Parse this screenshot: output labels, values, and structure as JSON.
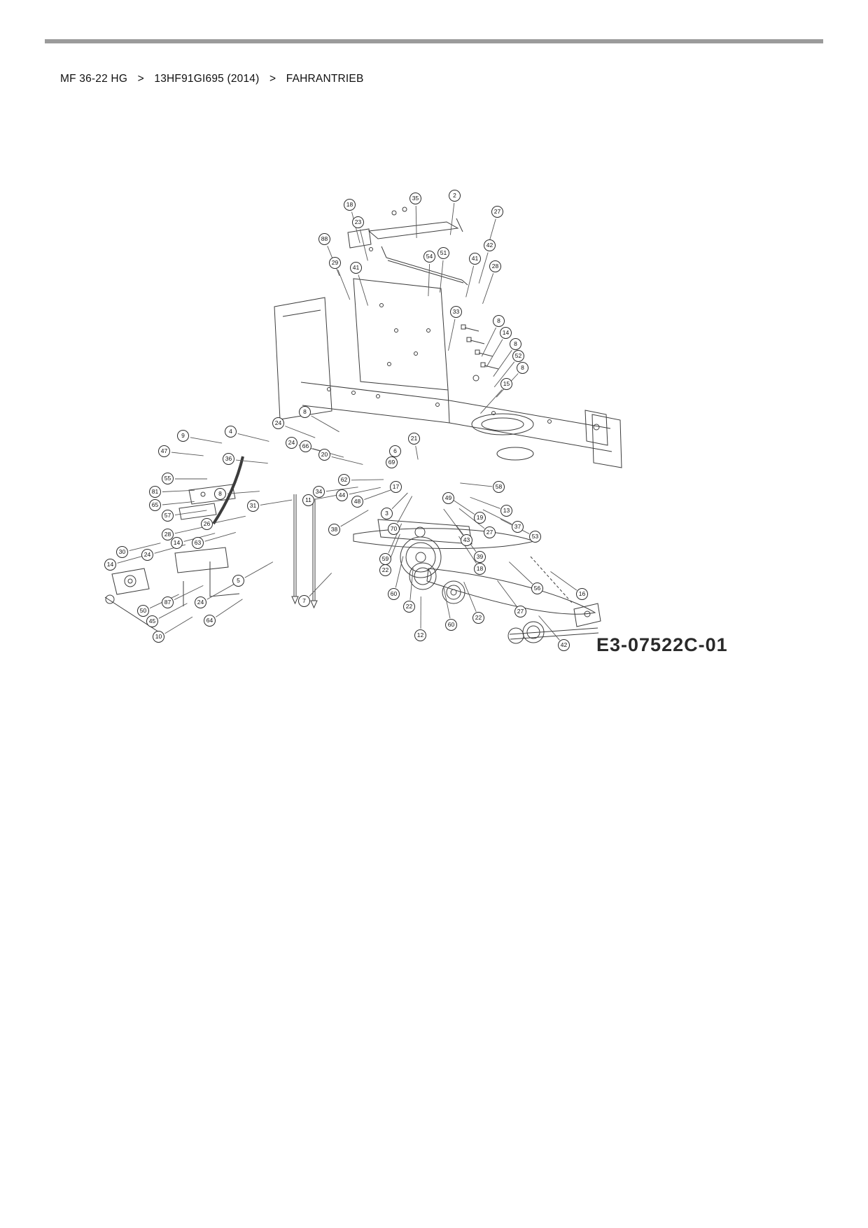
{
  "breadcrumb": {
    "separator": ">",
    "items": [
      {
        "label": "MF 36-22 HG"
      },
      {
        "label": "13HF91GI695 (2014)"
      },
      {
        "label": "FAHRANTRIEB"
      }
    ]
  },
  "diagram": {
    "code_label": "E3-07522C-01",
    "callouts": [
      [
        "18",
        500,
        293
      ],
      [
        "35",
        594,
        284
      ],
      [
        "2",
        650,
        280
      ],
      [
        "27",
        711,
        303
      ],
      [
        "23",
        512,
        318
      ],
      [
        "88",
        464,
        342
      ],
      [
        "42",
        700,
        351
      ],
      [
        "29",
        479,
        376
      ],
      [
        "41",
        509,
        383
      ],
      [
        "54",
        614,
        367
      ],
      [
        "51",
        634,
        362
      ],
      [
        "41",
        679,
        370
      ],
      [
        "28",
        708,
        381
      ],
      [
        "33",
        652,
        446
      ],
      [
        "8",
        713,
        459
      ],
      [
        "14",
        723,
        476
      ],
      [
        "8",
        737,
        492
      ],
      [
        "52",
        741,
        509
      ],
      [
        "8",
        747,
        526
      ],
      [
        "15",
        724,
        549
      ],
      [
        "8",
        436,
        589
      ],
      [
        "24",
        398,
        605
      ],
      [
        "9",
        262,
        623
      ],
      [
        "4",
        330,
        617
      ],
      [
        "47",
        235,
        645
      ],
      [
        "36",
        327,
        656
      ],
      [
        "24",
        417,
        633
      ],
      [
        "66",
        437,
        638
      ],
      [
        "20",
        464,
        650
      ],
      [
        "55",
        240,
        684
      ],
      [
        "81",
        222,
        703
      ],
      [
        "8",
        315,
        706
      ],
      [
        "65",
        222,
        722
      ],
      [
        "57",
        240,
        737
      ],
      [
        "26",
        296,
        749
      ],
      [
        "28",
        240,
        764
      ],
      [
        "14",
        253,
        776
      ],
      [
        "63",
        283,
        776
      ],
      [
        "30",
        175,
        789
      ],
      [
        "24",
        211,
        793
      ],
      [
        "14",
        158,
        807
      ],
      [
        "5",
        341,
        830
      ],
      [
        "87",
        240,
        861
      ],
      [
        "24",
        287,
        861
      ],
      [
        "50",
        205,
        873
      ],
      [
        "45",
        218,
        888
      ],
      [
        "64",
        300,
        887
      ],
      [
        "10",
        227,
        910
      ],
      [
        "62",
        492,
        686
      ],
      [
        "34",
        456,
        703
      ],
      [
        "44",
        489,
        708
      ],
      [
        "11",
        441,
        715
      ],
      [
        "48",
        511,
        717
      ],
      [
        "31",
        362,
        723
      ],
      [
        "38",
        478,
        757
      ],
      [
        "7",
        435,
        859
      ],
      [
        "21",
        592,
        627
      ],
      [
        "6",
        565,
        645
      ],
      [
        "69",
        560,
        661
      ],
      [
        "17",
        566,
        696
      ],
      [
        "58",
        713,
        696
      ],
      [
        "3",
        553,
        734
      ],
      [
        "70",
        563,
        756
      ],
      [
        "49",
        641,
        712
      ],
      [
        "13",
        724,
        730
      ],
      [
        "19",
        686,
        740
      ],
      [
        "27",
        700,
        761
      ],
      [
        "37",
        740,
        753
      ],
      [
        "53",
        765,
        767
      ],
      [
        "43",
        667,
        772
      ],
      [
        "39",
        686,
        796
      ],
      [
        "18",
        686,
        813
      ],
      [
        "59",
        551,
        799
      ],
      [
        "22",
        551,
        815
      ],
      [
        "60",
        563,
        849
      ],
      [
        "22",
        585,
        867
      ],
      [
        "12",
        601,
        908
      ],
      [
        "60",
        645,
        893
      ],
      [
        "22",
        684,
        883
      ],
      [
        "56",
        768,
        841
      ],
      [
        "16",
        832,
        849
      ],
      [
        "27",
        744,
        874
      ],
      [
        "42",
        806,
        922
      ]
    ]
  }
}
